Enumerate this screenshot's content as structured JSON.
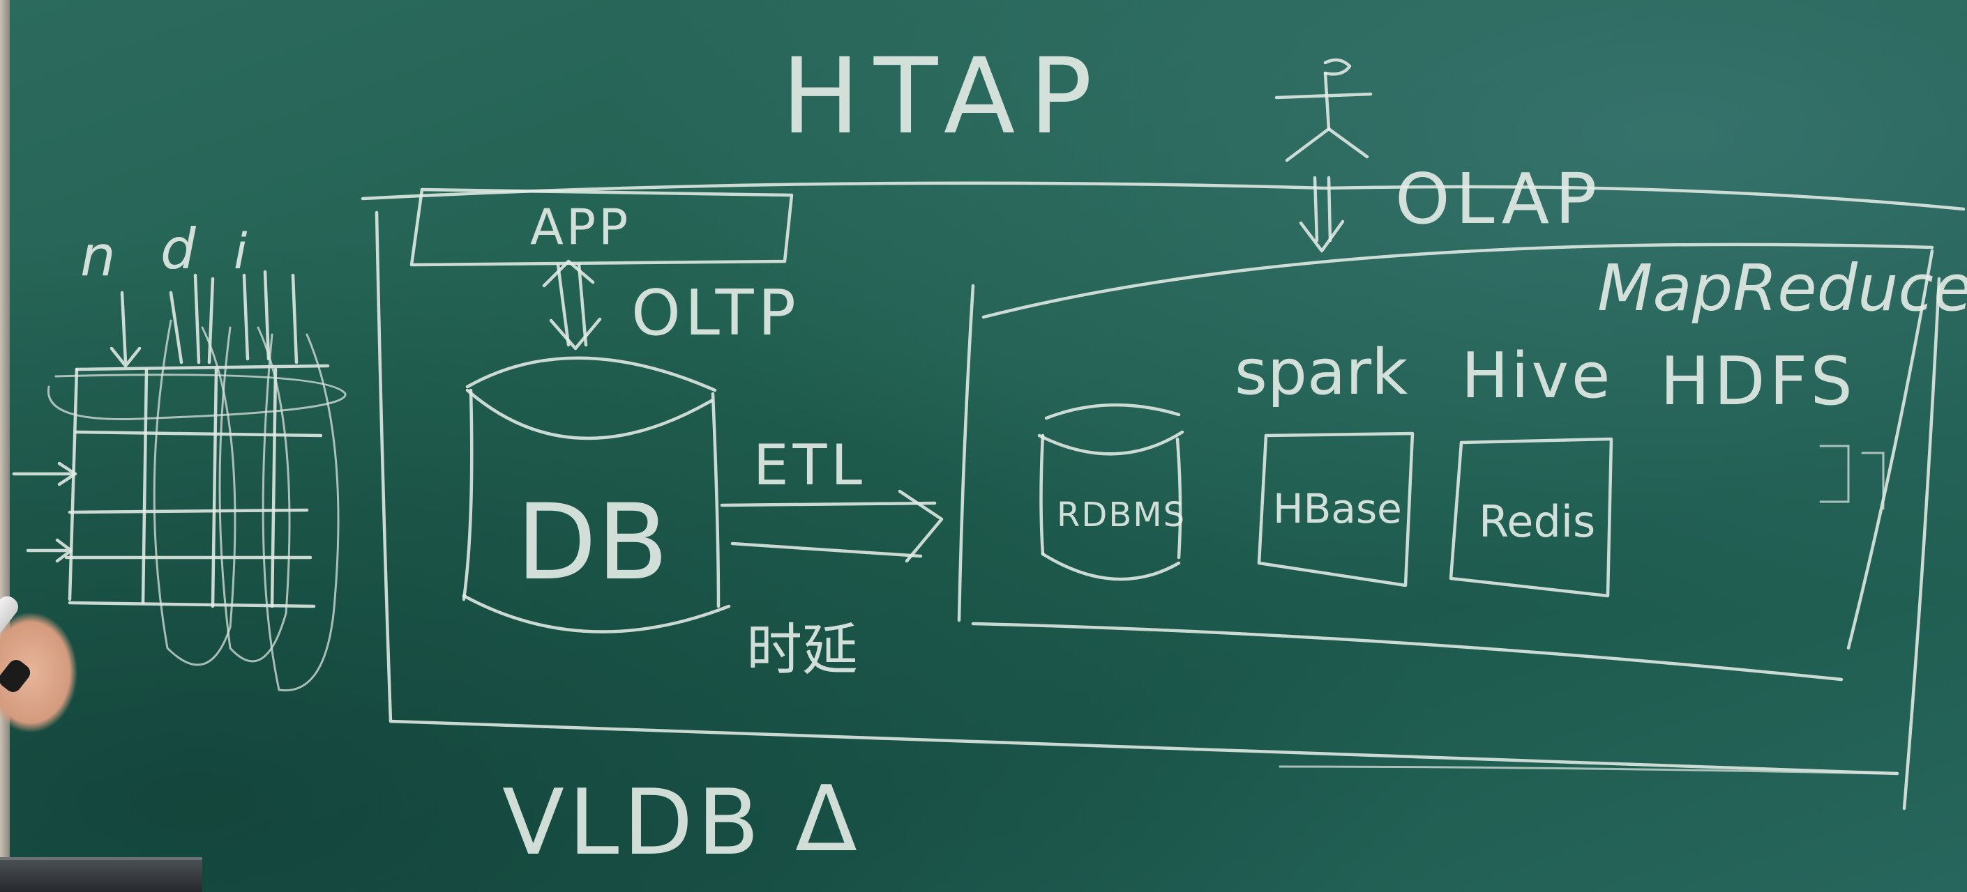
{
  "title": "HTAP",
  "labels": {
    "olap": "OLAP",
    "app": "APP",
    "oltp": "OLTP",
    "db": "DB",
    "etl": "ETL",
    "latency": "时延",
    "mapreduce": "MapReduce",
    "spark": "spark",
    "hive": "Hive",
    "hdfs": "HDFS",
    "rdbms": "RDBMS",
    "hbase": "HBase",
    "redis": "Redis",
    "vldb": "VLDB",
    "delta": "Δ",
    "n": "n",
    "d": "d",
    "i": "i"
  },
  "colors": {
    "board": "#1f5a4f",
    "chalk": "#e4ece6"
  }
}
